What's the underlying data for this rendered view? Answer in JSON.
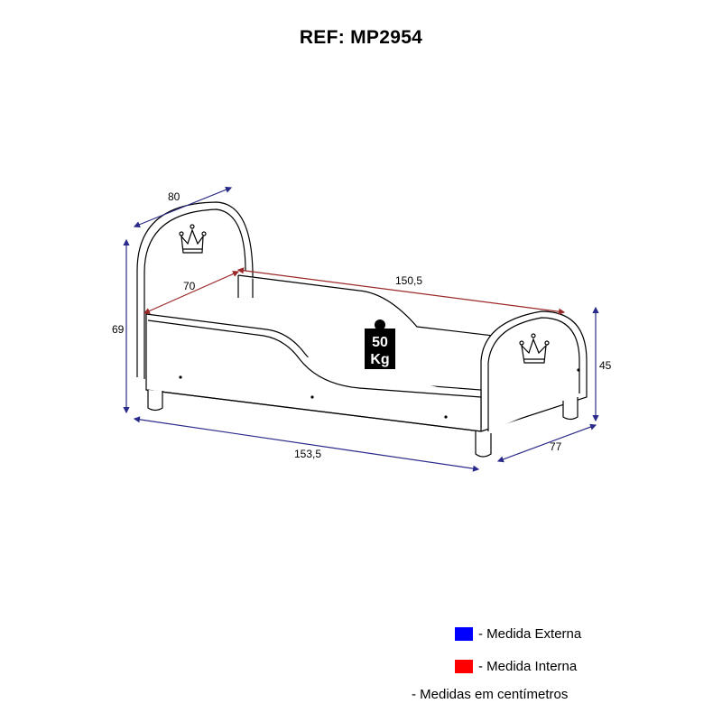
{
  "title": "REF: MP2954",
  "dimensions": {
    "width_head": "80",
    "height_total": "69",
    "inner_width": "70",
    "inner_length": "150,5",
    "outer_length": "153,5",
    "height_foot": "45",
    "width_foot": "77"
  },
  "weight_badge": {
    "line1": "50",
    "line2": "Kg"
  },
  "legend": {
    "external": {
      "label": "- Medida Externa",
      "color": "#0000ff"
    },
    "internal": {
      "label": "- Medida Interna",
      "color": "#ff0000"
    },
    "note": "- Medidas em centímetros"
  },
  "colors": {
    "external_dim": "#2a2a8a",
    "internal_dim": "#9a2a2a"
  }
}
